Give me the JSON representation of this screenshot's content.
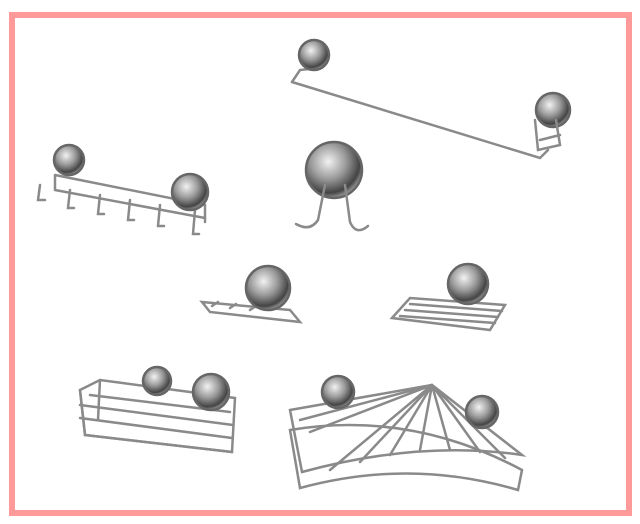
{
  "colors": {
    "frame": "#ff9a9a",
    "chrome_dark": "#555555",
    "chrome_mid": "#9a9a9a",
    "chrome_light": "#e6e6e6"
  },
  "products": [
    {
      "name": "towel-bar"
    },
    {
      "name": "hook-rail"
    },
    {
      "name": "double-hook"
    },
    {
      "name": "toothbrush-holder"
    },
    {
      "name": "soap-dish"
    },
    {
      "name": "shower-basket"
    },
    {
      "name": "corner-basket"
    }
  ]
}
